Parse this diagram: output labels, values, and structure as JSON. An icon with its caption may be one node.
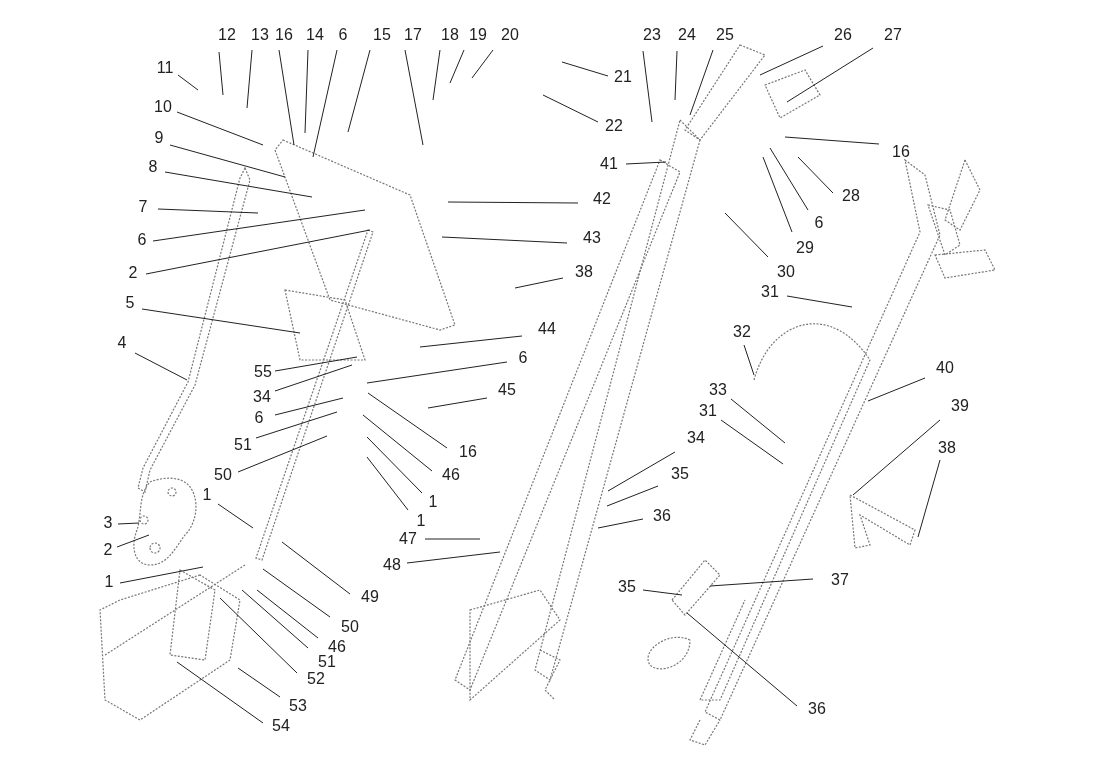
{
  "diagram": {
    "nodes": [
      {
        "text": [
          "12"
        ]
      },
      {
        "text": [
          "13"
        ]
      },
      {
        "text": [
          "16"
        ]
      },
      {
        "text": [
          "14"
        ]
      },
      {
        "text": [
          "6"
        ]
      },
      {
        "text": [
          "15"
        ]
      },
      {
        "text": [
          "17"
        ]
      },
      {
        "text": [
          "18"
        ]
      },
      {
        "text": [
          "19"
        ]
      },
      {
        "text": [
          "20"
        ]
      },
      {
        "text": [
          "23"
        ]
      },
      {
        "text": [
          "24"
        ]
      },
      {
        "text": [
          "25"
        ]
      },
      {
        "text": [
          "26"
        ]
      },
      {
        "text": [
          "27"
        ]
      },
      {
        "text": [
          "11"
        ]
      },
      {
        "text": [
          "21"
        ]
      },
      {
        "text": [
          "10"
        ]
      },
      {
        "text": [
          "22"
        ]
      },
      {
        "text": [
          "9"
        ]
      },
      {
        "text": [
          "16"
        ]
      },
      {
        "text": [
          "41"
        ]
      },
      {
        "text": [
          "8"
        ]
      },
      {
        "text": [
          "28"
        ]
      },
      {
        "text": [
          "42"
        ]
      },
      {
        "text": [
          "7"
        ]
      },
      {
        "text": [
          "6"
        ]
      },
      {
        "text": [
          "43"
        ]
      },
      {
        "text": [
          "6"
        ]
      },
      {
        "text": [
          "29"
        ]
      },
      {
        "text": [
          "38"
        ]
      },
      {
        "text": [
          "30"
        ]
      },
      {
        "text": [
          "2"
        ]
      },
      {
        "text": [
          "31"
        ]
      },
      {
        "text": [
          "5"
        ]
      },
      {
        "text": [
          "44"
        ]
      },
      {
        "text": [
          "32"
        ]
      },
      {
        "text": [
          "4"
        ]
      },
      {
        "text": [
          "6"
        ]
      },
      {
        "text": [
          "40"
        ]
      },
      {
        "text": [
          "55"
        ]
      },
      {
        "text": [
          "33"
        ]
      },
      {
        "text": [
          "45"
        ]
      },
      {
        "text": [
          "34"
        ]
      },
      {
        "text": [
          "39"
        ]
      },
      {
        "text": [
          "31"
        ]
      },
      {
        "text": [
          "6"
        ]
      },
      {
        "text": [
          "34"
        ]
      },
      {
        "text": [
          "51"
        ]
      },
      {
        "text": [
          "38"
        ]
      },
      {
        "text": [
          "16"
        ]
      },
      {
        "text": [
          "35"
        ]
      },
      {
        "text": [
          "46"
        ]
      },
      {
        "text": [
          "50"
        ]
      },
      {
        "text": [
          "1"
        ]
      },
      {
        "text": [
          "1"
        ]
      },
      {
        "text": [
          "36"
        ]
      },
      {
        "text": [
          "1"
        ]
      },
      {
        "text": [
          "3"
        ]
      },
      {
        "text": [
          "47"
        ]
      },
      {
        "text": [
          "2"
        ]
      },
      {
        "text": [
          "48"
        ]
      },
      {
        "text": [
          "37"
        ]
      },
      {
        "text": [
          "1"
        ]
      },
      {
        "text": [
          "35"
        ]
      },
      {
        "text": [
          "49"
        ]
      },
      {
        "text": [
          "50"
        ]
      },
      {
        "text": [
          "46"
        ]
      },
      {
        "text": [
          "51"
        ]
      },
      {
        "text": [
          "52"
        ]
      },
      {
        "text": [
          "53"
        ]
      },
      {
        "text": [
          "36"
        ]
      },
      {
        "text": [
          "54"
        ]
      }
    ],
    "edges": [
      {
        "from": 0,
        "to": null,
        "arrow": "none"
      },
      {
        "from": 1,
        "to": null,
        "arrow": "none"
      },
      {
        "from": 2,
        "to": null,
        "arrow": "none"
      },
      {
        "from": 3,
        "to": null,
        "arrow": "none"
      },
      {
        "from": 4,
        "to": null,
        "arrow": "none"
      },
      {
        "from": 5,
        "to": null,
        "arrow": "none"
      },
      {
        "from": 6,
        "to": null,
        "arrow": "none"
      },
      {
        "from": 7,
        "to": null,
        "arrow": "none"
      },
      {
        "from": 8,
        "to": null,
        "arrow": "none"
      },
      {
        "from": 9,
        "to": null,
        "arrow": "none"
      },
      {
        "from": 10,
        "to": null,
        "arrow": "none"
      },
      {
        "from": 11,
        "to": null,
        "arrow": "none"
      },
      {
        "from": 12,
        "to": null,
        "arrow": "none"
      },
      {
        "from": 13,
        "to": null,
        "arrow": "none"
      },
      {
        "from": 14,
        "to": null,
        "arrow": "none"
      },
      {
        "from": 15,
        "to": null,
        "arrow": "none"
      },
      {
        "from": 16,
        "to": null,
        "arrow": "none"
      },
      {
        "from": 17,
        "to": null,
        "arrow": "none"
      },
      {
        "from": 18,
        "to": null,
        "arrow": "none"
      },
      {
        "from": 19,
        "to": null,
        "arrow": "none"
      },
      {
        "from": 20,
        "to": null,
        "arrow": "none"
      },
      {
        "from": 21,
        "to": null,
        "arrow": "none"
      },
      {
        "from": 22,
        "to": null,
        "arrow": "none"
      },
      {
        "from": 23,
        "to": null,
        "arrow": "none"
      },
      {
        "from": 24,
        "to": null,
        "arrow": "none"
      },
      {
        "from": 25,
        "to": null,
        "arrow": "none"
      },
      {
        "from": 26,
        "to": null,
        "arrow": "none"
      },
      {
        "from": 27,
        "to": null,
        "arrow": "none"
      },
      {
        "from": 28,
        "to": null,
        "arrow": "none"
      },
      {
        "from": 29,
        "to": null,
        "arrow": "none"
      },
      {
        "from": 30,
        "to": null,
        "arrow": "none"
      },
      {
        "from": 31,
        "to": null,
        "arrow": "none"
      },
      {
        "from": 32,
        "to": null,
        "arrow": "none"
      },
      {
        "from": 33,
        "to": null,
        "arrow": "none"
      },
      {
        "from": 34,
        "to": null,
        "arrow": "none"
      },
      {
        "from": 35,
        "to": null,
        "arrow": "none"
      },
      {
        "from": 36,
        "to": null,
        "arrow": "none"
      },
      {
        "from": 37,
        "to": null,
        "arrow": "none"
      },
      {
        "from": 38,
        "to": null,
        "arrow": "none"
      },
      {
        "from": 39,
        "to": null,
        "arrow": "none"
      },
      {
        "from": 40,
        "to": null,
        "arrow": "none"
      },
      {
        "from": 41,
        "to": null,
        "arrow": "none"
      },
      {
        "from": 42,
        "to": null,
        "arrow": "none"
      },
      {
        "from": 43,
        "to": null,
        "arrow": "none"
      },
      {
        "from": 44,
        "to": null,
        "arrow": "none"
      },
      {
        "from": 45,
        "to": null,
        "arrow": "none"
      },
      {
        "from": 46,
        "to": null,
        "arrow": "none"
      },
      {
        "from": 47,
        "to": null,
        "arrow": "none"
      },
      {
        "from": 48,
        "to": null,
        "arrow": "none"
      },
      {
        "from": 49,
        "to": null,
        "arrow": "none"
      },
      {
        "from": 50,
        "to": null,
        "arrow": "none"
      },
      {
        "from": 51,
        "to": null,
        "arrow": "none"
      },
      {
        "from": 52,
        "to": null,
        "arrow": "none"
      },
      {
        "from": 53,
        "to": null,
        "arrow": "none"
      },
      {
        "from": 54,
        "to": null,
        "arrow": "none"
      },
      {
        "from": 55,
        "to": null,
        "arrow": "none"
      },
      {
        "from": 56,
        "to": null,
        "arrow": "none"
      },
      {
        "from": 57,
        "to": null,
        "arrow": "none"
      },
      {
        "from": 58,
        "to": null,
        "arrow": "none"
      },
      {
        "from": 59,
        "to": null,
        "arrow": "none"
      },
      {
        "from": 60,
        "to": null,
        "arrow": "none"
      },
      {
        "from": 61,
        "to": null,
        "arrow": "none"
      },
      {
        "from": 62,
        "to": null,
        "arrow": "none"
      },
      {
        "from": 63,
        "to": null,
        "arrow": "none"
      },
      {
        "from": 64,
        "to": null,
        "arrow": "none"
      },
      {
        "from": 65,
        "to": null,
        "arrow": "none"
      },
      {
        "from": 66,
        "to": null,
        "arrow": "none"
      },
      {
        "from": 67,
        "to": null,
        "arrow": "none"
      },
      {
        "from": 68,
        "to": null,
        "arrow": "none"
      },
      {
        "from": 69,
        "to": null,
        "arrow": "none"
      },
      {
        "from": 70,
        "to": null,
        "arrow": "none"
      },
      {
        "from": 71,
        "to": null,
        "arrow": "none"
      },
      {
        "from": 72,
        "to": null,
        "arrow": "none"
      }
    ]
  }
}
